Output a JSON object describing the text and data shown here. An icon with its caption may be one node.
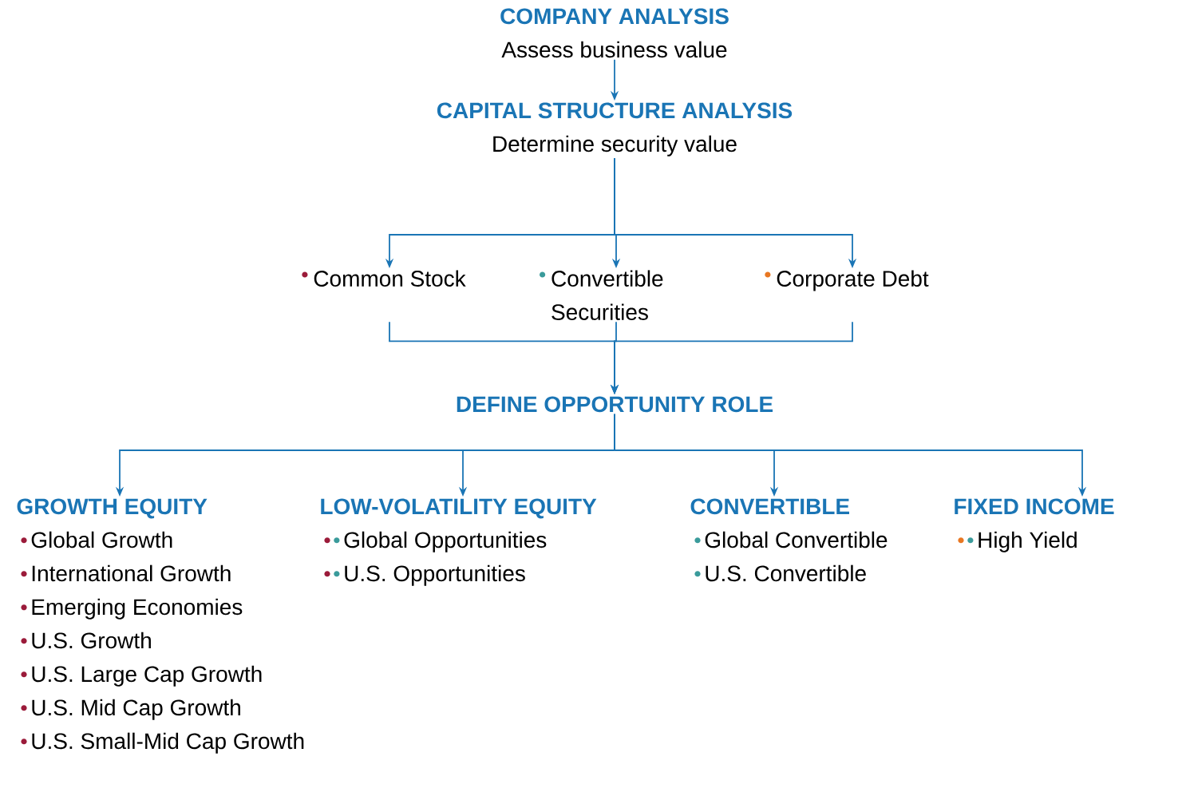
{
  "diagram": {
    "nodes": [
      {
        "text": [
          "COMPANY ANALYSIS",
          "Assess business value"
        ]
      },
      {
        "text": [
          "CAPITAL STRUCTURE ANALYSIS",
          "Determine security value"
        ]
      },
      {
        "text": [
          "Common Stock"
        ]
      },
      {
        "text": [
          "Convertible Securities"
        ]
      },
      {
        "text": [
          "Corporate Debt"
        ]
      },
      {
        "text": [
          "DEFINE OPPORTUNITY ROLE"
        ]
      },
      {
        "text": [
          "GROWTH EQUITY",
          "Global Growth",
          "International Growth",
          "Emerging Economies",
          "U.S. Growth",
          "U.S. Large Cap Growth",
          "U.S. Mid Cap Growth",
          "U.S. Small-Mid Cap Growth"
        ]
      },
      {
        "text": [
          "LOW-VOLATILITY EQUITY",
          "Global Opportunities",
          "U.S. Opportunities"
        ]
      },
      {
        "text": [
          "CONVERTIBLE",
          "Global Convertible",
          "U.S. Convertible"
        ]
      },
      {
        "text": [
          "FIXED INCOME",
          "High Yield"
        ]
      }
    ],
    "edges": [
      {
        "from": 0,
        "to": 1,
        "arrow": "to"
      },
      {
        "from": 1,
        "to": 2,
        "arrow": "to"
      },
      {
        "from": 1,
        "to": 3,
        "arrow": "to"
      },
      {
        "from": 1,
        "to": 4,
        "arrow": "to"
      },
      {
        "from": 2,
        "to": 5,
        "arrow": "to"
      },
      {
        "from": 3,
        "to": 5,
        "arrow": "to"
      },
      {
        "from": 4,
        "to": 5,
        "arrow": "to"
      },
      {
        "from": 5,
        "to": 6,
        "arrow": "to"
      },
      {
        "from": 5,
        "to": 7,
        "arrow": "to"
      },
      {
        "from": 5,
        "to": 8,
        "arrow": "to"
      },
      {
        "from": 5,
        "to": 9,
        "arrow": "to"
      }
    ]
  }
}
